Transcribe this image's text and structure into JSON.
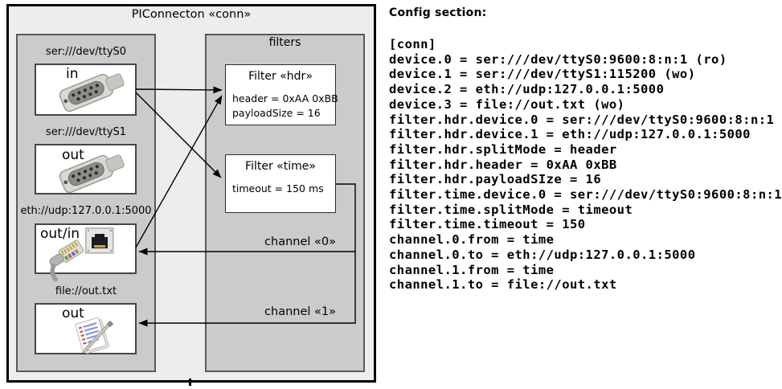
{
  "diagram": {
    "title": "PIConnecton «conn»",
    "filters_panel_label": "filters",
    "devices": [
      {
        "label": "ser:///dev/ttyS0",
        "direction": "in",
        "icon": "serial-connector"
      },
      {
        "label": "ser:///dev/ttyS1",
        "direction": "out",
        "icon": "serial-connector"
      },
      {
        "label": "eth://udp:127.0.0.1:5000",
        "direction": "out/in",
        "icon": "ethernet"
      },
      {
        "label": "file://out.txt",
        "direction": "out",
        "icon": "notepad"
      }
    ],
    "filter_boxes": [
      {
        "title": "Filter «hdr»",
        "props": [
          "header = 0xAA 0xBB",
          "payloadSize = 16"
        ]
      },
      {
        "title": "Filter «time»",
        "props": [
          "timeout = 150 ms"
        ]
      }
    ],
    "channels": [
      {
        "label": "channel «0»"
      },
      {
        "label": "channel «1»"
      }
    ]
  },
  "config": {
    "heading": "Config section:",
    "lines": [
      "[conn]",
      "device.0 = ser:///dev/ttyS0:9600:8:n:1 (ro)",
      "device.1 = ser:///dev/ttyS1:115200 (wo)",
      "device.2 = eth://udp:127.0.0.1:5000",
      "device.3 = file://out.txt (wo)",
      "filter.hdr.device.0 = ser:///dev/ttyS0:9600:8:n:1",
      "filter.hdr.device.1 = eth://udp:127.0.0.1:5000",
      "filter.hdr.splitMode = header",
      "filter.hdr.header = 0xAA 0xBB",
      "filter.hdr.payloadSIze = 16",
      "filter.time.device.0 = ser:///dev/ttyS0:9600:8:n:1",
      "filter.time.splitMode = timeout",
      "filter.time.timeout = 150",
      "channel.0.from = time",
      "channel.0.to = eth://udp:127.0.0.1:5000",
      "channel.1.from = time",
      "channel.1.to = file://out.txt"
    ]
  },
  "colors": {
    "canvas": "#ffffff",
    "outer_fill": "#ededed",
    "panel_fill": "#cbcbcb",
    "box_fill": "#ffffff",
    "line": "#000000"
  }
}
